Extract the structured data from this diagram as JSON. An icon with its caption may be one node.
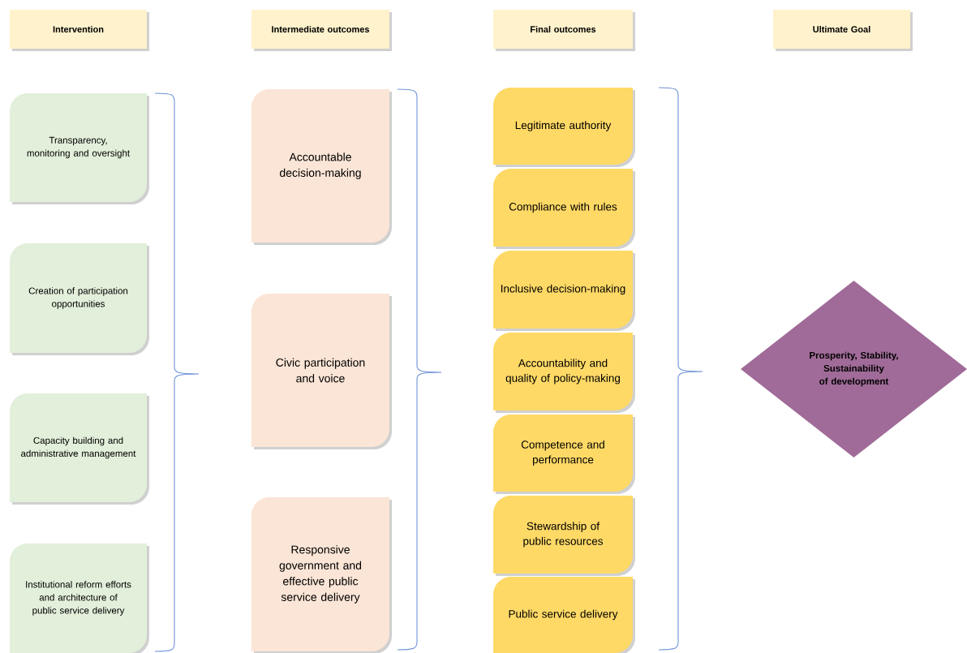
{
  "diagram": {
    "nodes": [
      {
        "text": [
          "Intervention"
        ]
      },
      {
        "text": [
          "Intermediate outcomes"
        ]
      },
      {
        "text": [
          "Final outcomes"
        ]
      },
      {
        "text": [
          "Ultimate Goal"
        ]
      },
      {
        "text": [
          "Transparency, monitoring and oversight"
        ]
      },
      {
        "text": [
          "Creation of participation opportunities"
        ]
      },
      {
        "text": [
          "Capacity building and administrative management"
        ]
      },
      {
        "text": [
          "Institutional reform efforts and architecture of public service delivery"
        ]
      },
      {
        "text": [
          "Accountable decision-making"
        ]
      },
      {
        "text": [
          "Civic participation and voice"
        ]
      },
      {
        "text": [
          "Responsive government and effective public service delivery"
        ]
      },
      {
        "text": [
          "Legitimate authority"
        ]
      },
      {
        "text": [
          "Compliance with rules"
        ]
      },
      {
        "text": [
          "Inclusive decision-making"
        ]
      },
      {
        "text": [
          "Accountability and quality of policy-making"
        ]
      },
      {
        "text": [
          "Competence and performance"
        ]
      },
      {
        "text": [
          "Stewardship of public resources"
        ]
      },
      {
        "text": [
          "Public service delivery"
        ]
      },
      {
        "text": [
          "Prosperity, Stability, Sustainability of development"
        ]
      }
    ]
  }
}
